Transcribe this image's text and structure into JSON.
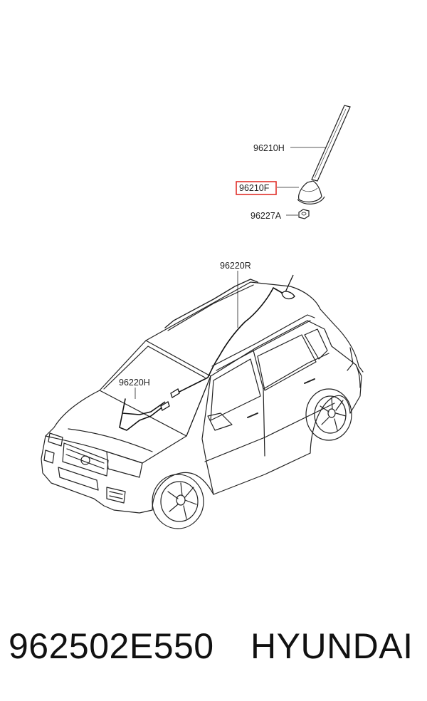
{
  "callouts": {
    "antenna_mast": "96210H",
    "antenna_base": "96210F",
    "antenna_nut": "96227A",
    "roof_cable": "96220R",
    "front_cable": "96220H"
  },
  "highlight_color": "#e0302a",
  "footer": {
    "part_number": "962502E550",
    "brand": "HYUNDAI"
  }
}
